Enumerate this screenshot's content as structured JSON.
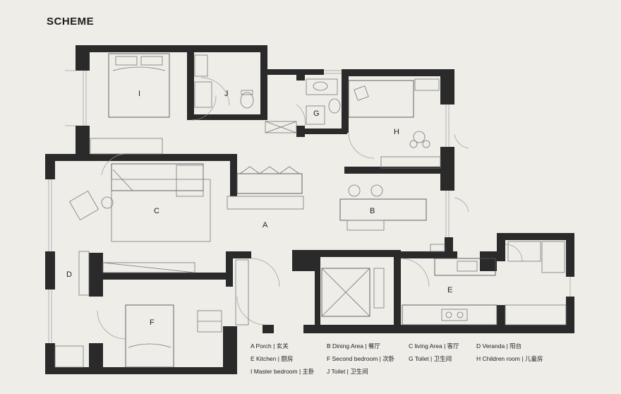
{
  "title": "SCHEME",
  "room_labels": {
    "A": "A",
    "B": "B",
    "C": "C",
    "D": "D",
    "E": "E",
    "F": "F",
    "G": "G",
    "H": "H",
    "I": "I",
    "J": "J"
  },
  "legend": [
    "A Porch | 玄关",
    "B Dining Area | 餐厅",
    "C living Area | 客厅",
    "D Veranda | 阳台",
    "E Kitchen | 厨房",
    "F Second bedroom | 次卧",
    "G Toilet | 卫生间",
    "H Children room | 儿童房",
    "I Master bedroom | 主卧",
    "J Toilet | 卫生间"
  ],
  "colors": {
    "background": "#efede8",
    "wall": "#2a2a2a",
    "furniture": "#777777"
  }
}
